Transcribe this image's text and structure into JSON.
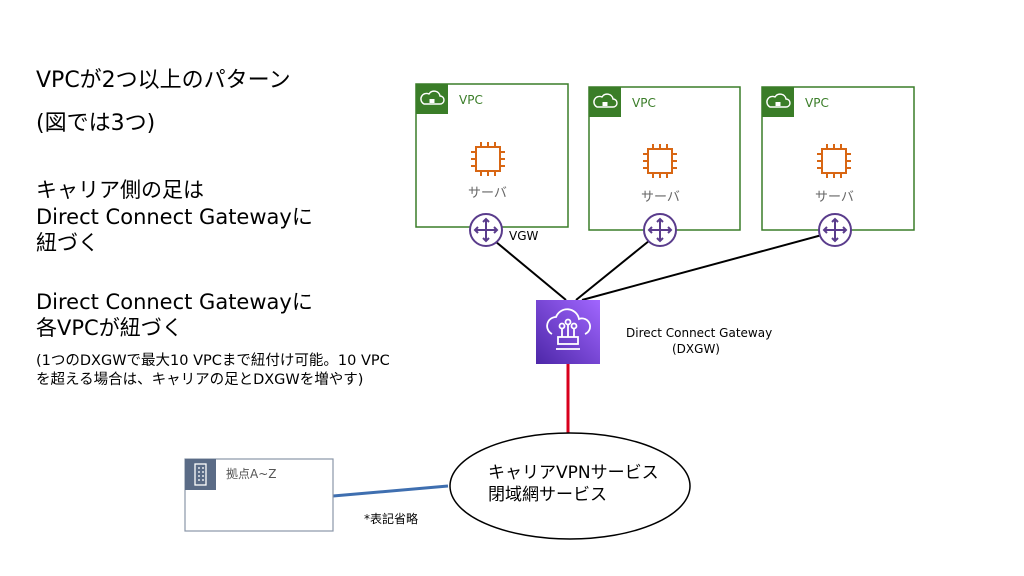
{
  "text": {
    "title": "VPCが2つ以上のパターン",
    "subtitle": "(図では3つ)",
    "para1_line1": "キャリア側の足は",
    "para1_line2": "Direct Connect Gatewayに",
    "para1_line3": "紐づく",
    "para2_line1": "Direct Connect Gatewayに",
    "para2_line2": "各VPCが紐づく",
    "note_line1": "(1つのDXGWで最大10 VPCまで紐付け可能。10 VPC",
    "note_line2": "を超える場合は、キャリアの足とDXGWを増やす)"
  },
  "vpcs": [
    {
      "label": "VPC",
      "server": "サーバ"
    },
    {
      "label": "VPC",
      "server": "サーバ"
    },
    {
      "label": "VPC",
      "server": "サーバ"
    }
  ],
  "vgw_label": "VGW",
  "dxgw": {
    "line1": "Direct Connect Gateway",
    "line2": "(DXGW)"
  },
  "site": {
    "label": "拠点A~Z"
  },
  "carrier": {
    "line1": "キャリアVPNサービス",
    "line2": "閉域網サービス"
  },
  "footnote": "*表記省略",
  "colors": {
    "vpc_green": "#3a7d28",
    "server_orange": "#d86613",
    "router_purple": "#5a3c8c",
    "dxgw_purple": "#7b3fc4",
    "red_line": "#d8001c",
    "blue_line": "#3f6fb0",
    "site_gray": "#5a6b86"
  }
}
